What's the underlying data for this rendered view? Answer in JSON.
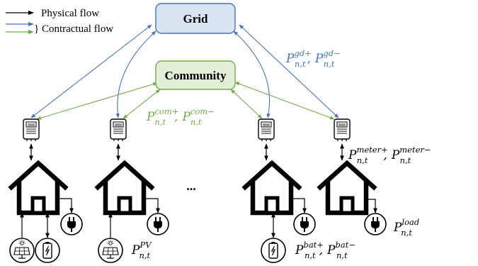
{
  "legend": {
    "physical_label": "Physical flow",
    "contractual_label": "} Contractual flow",
    "colors": {
      "physical": "#000000",
      "grid": "#4472c4",
      "community": "#70ad47"
    }
  },
  "nodes": {
    "grid": {
      "label": "Grid",
      "fill": "#dae3f3",
      "stroke": "#4472c4"
    },
    "community": {
      "label": "Community",
      "fill": "#e2f0d9",
      "stroke": "#70ad47"
    }
  },
  "ellipsis": "...",
  "annotations": {
    "grid_flow": {
      "base": "P",
      "sup1": "gd+",
      "sub": "n,t",
      "sep": ",",
      "sup2": "gd−"
    },
    "community_flow": {
      "base": "P",
      "sup1": "com+",
      "sub": "n,t",
      "sep": ",",
      "sup2": "com−"
    },
    "meter_flow": {
      "base": "P",
      "sup1": "meter+",
      "sub": "n,t",
      "sep": ",",
      "sup2": "meter−"
    },
    "pv": {
      "base": "P",
      "sup": "PV",
      "sub": "n,t"
    },
    "battery": {
      "base": "P",
      "sup1": "bat+",
      "sub": "n,t",
      "sep": ",",
      "sup2": "bat−"
    },
    "load": {
      "base": "P",
      "sup": "load",
      "sub": "n,t"
    }
  }
}
